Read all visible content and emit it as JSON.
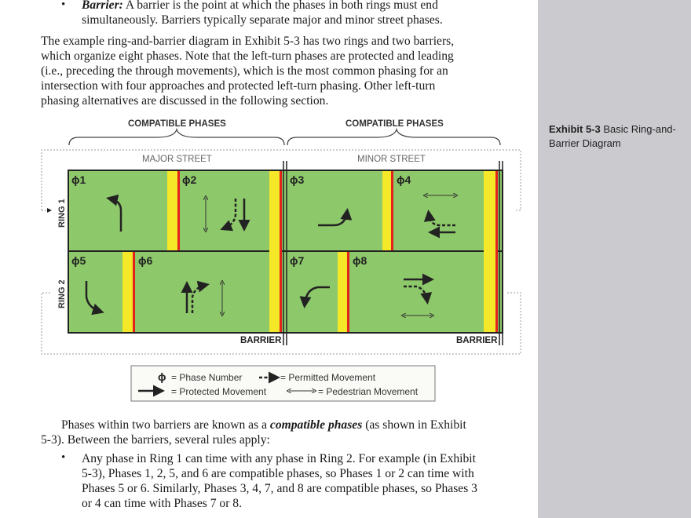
{
  "bullet1": {
    "term": "Barrier:",
    "line1": " A barrier is the point at which the phases in both rings must end",
    "line2": "simultaneously. Barriers typically separate major and minor street phases."
  },
  "para1": [
    "The example ring-and-barrier diagram in Exhibit 5-3 has two rings and two barriers,",
    "which organize eight phases. Note that the left-turn phases are protected and leading",
    "(i.e., preceding the through movements), which is the most common phasing for an",
    "intersection with four approaches and protected left-turn phasing. Other left-turn",
    "phasing alternatives are discussed in the following section."
  ],
  "diagram": {
    "compatible_left": "COMPATIBLE PHASES",
    "compatible_right": "COMPATIBLE PHASES",
    "major": "MAJOR STREET",
    "minor": "MINOR STREET",
    "ring1": "RING 1",
    "ring2": "RING 2",
    "barrier1": "BARRIER",
    "barrier2": "BARRIER",
    "phases": [
      "ϕ1",
      "ϕ2",
      "ϕ3",
      "ϕ4",
      "ϕ5",
      "ϕ6",
      "ϕ7",
      "ϕ8"
    ],
    "colors": {
      "green": "#8dc86a",
      "yellow": "#f5e829",
      "red": "#e3221c"
    }
  },
  "legend": {
    "phi": "ϕ",
    "phase": "= Phase Number",
    "permitted": "= Permitted Movement",
    "protected": "= Protected Movement",
    "pedestrian": "= Pedestrian Movement"
  },
  "caption": {
    "label": "Exhibit 5-3",
    "title": "Basic Ring-and-Barrier Diagram"
  },
  "para2": {
    "pre": "Phases within two barriers are known as a ",
    "term": "compatible phases",
    "post": " (as shown in Exhibit",
    "line2": "5-3). Between the barriers, several rules apply:"
  },
  "bullet2": [
    "Any phase in Ring 1 can time with any phase in Ring 2. For example (in Exhibit",
    "5-3), Phases 1, 2, 5, and 6 are compatible phases, so Phases 1 or 2 can time with",
    "Phases 5 or 6. Similarly, Phases 3, 4, 7, and 8 are compatible phases, so Phases 3",
    "or 4 can time with Phases 7 or 8."
  ]
}
